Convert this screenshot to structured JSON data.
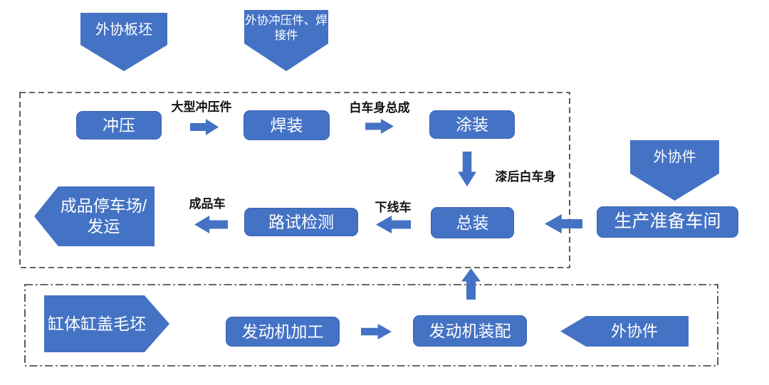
{
  "colors": {
    "shape_fill": "#4472C4",
    "shape_border": "#3B62B0",
    "container_border": "#333333",
    "flow_label_color": "#111111",
    "shape_text_color": "#FFFFFF",
    "background": "#FFFFFF"
  },
  "nodes": {
    "input_slab": "外协板坯",
    "input_stamping_welding_parts": "外协冲压件、焊接件",
    "input_outsourced_parts_top": "外协件",
    "input_outsourced_parts_engine": "外协件",
    "input_cylinder_blank": "缸体缸盖毛坯",
    "stamping": "冲压",
    "welding": "焊装",
    "painting": "涂装",
    "final_assembly": "总装",
    "prep_workshop": "生产准备车间",
    "road_test": "路试检测",
    "finished_parking": "成品停车场/发运",
    "engine_machining": "发动机加工",
    "engine_assembly": "发动机装配"
  },
  "flow_labels": {
    "large_stampings": "大型冲压件",
    "body_in_white": "白车身总成",
    "painted_body": "漆后白车身",
    "offline_vehicle": "下线车",
    "finished_vehicle": "成品车"
  }
}
